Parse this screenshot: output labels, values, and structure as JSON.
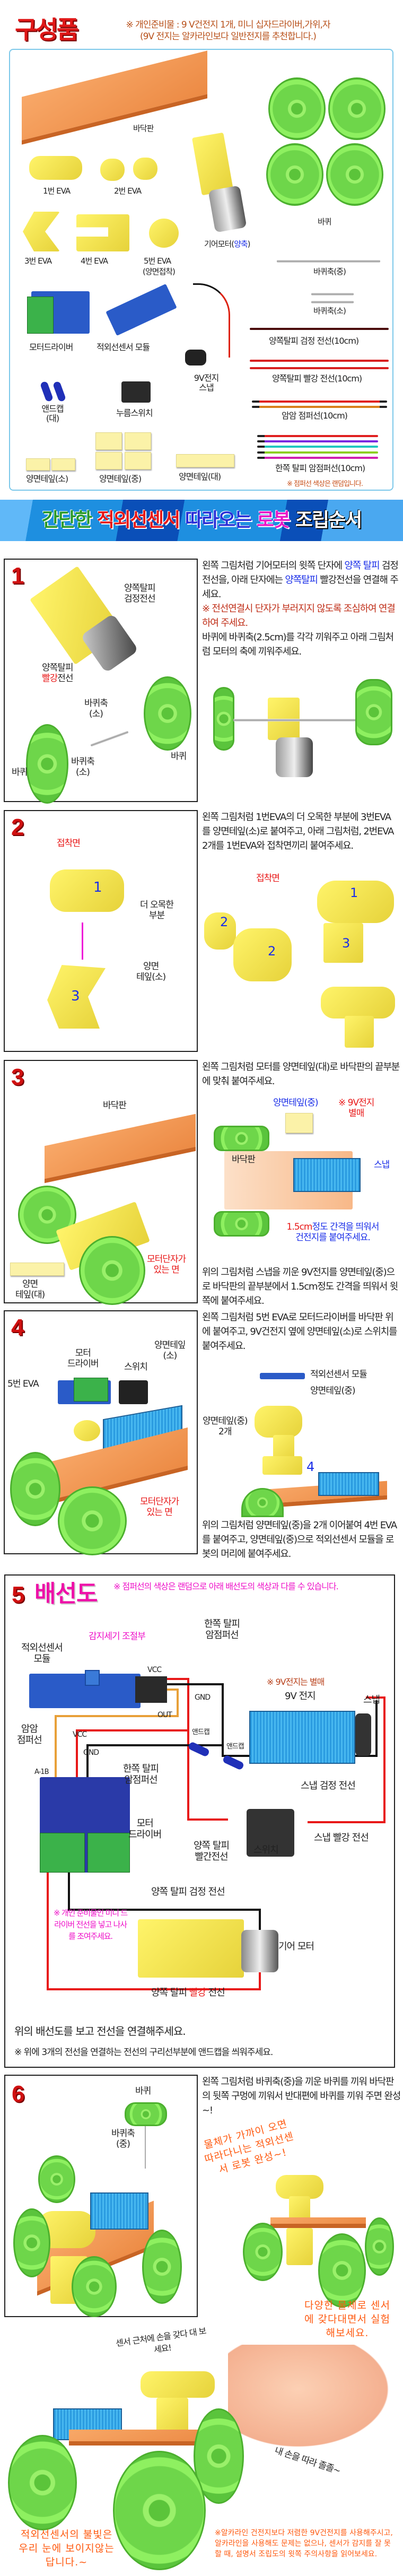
{
  "header": {
    "title": "구성품",
    "note_line1": "※ 개인준비물 : 9 V건전지 1개, 미니 십자드라이버,가위,자",
    "note_line2": "(9V 전지는 알카라인보다 일반전지를 추천합니다.)"
  },
  "parts": {
    "base": "바닥판",
    "wheels": "바퀴",
    "eva1": "1번 EVA",
    "eva2": "2번 EVA",
    "motor": "기어모터(",
    "motor_accent": "양축",
    "motor_end": ")",
    "eva3": "3번 EVA",
    "eva4": "4번 EVA",
    "eva5": "5번 EVA",
    "eva5_sub": "(양면접착)",
    "axle_mid": "바퀴축(중)",
    "axle_small": "바퀴축(소)",
    "driver": "모터드라이버",
    "sensor": "적외선센서 모듈",
    "snap_line1": "9V전지",
    "snap_line2": "스냅",
    "black_wire": "양쪽탈피 검정 전선(10cm)",
    "red_wire": "양쪽탈피 빨강 전선(10cm)",
    "ff_jumper": "암암 점퍼선(10cm)",
    "endcap_line1": "앤드캡",
    "endcap_line2": "(대)",
    "switch": "누름스위치",
    "tape_s": "양면테잎(소)",
    "tape_m": "양면테잎(중)",
    "tape_l": "양면테잎(대)",
    "half_jumper": "한쪽 탈피 암점퍼선(10cm)",
    "jumper_note": "※ 점퍼선 색상은 랜덤입니다."
  },
  "banner": {
    "w1": "간단한",
    "w2": "적외선센서",
    "w3": "따라오는",
    "w4": "로봇",
    "w5": "조립순서"
  },
  "step1": {
    "num": "1",
    "t1": "왼쪽 그림처럼 기어모터의 윗쪽 단자에 ",
    "t2": "양쪽 탈피",
    "t3": " 검정전선을, 아래 단자에는 ",
    "t4": "양쪽탈피",
    "t5": " 빨강전선을 연결해 주세요.",
    "warn": "※ 전선연결시 단자가 부러지지 않도록 조심하여 연결하여 주세요.",
    "t6": "바퀴에 바퀴축(2.5cm)를 각각 끼워주고 아래 그림처럼 모터의 축에 끼워주세요.",
    "lbl_black1": "양쪽탈피",
    "lbl_black2": "검정전선",
    "lbl_red1": "양쪽탈피",
    "lbl_red2a": "빨강",
    "lbl_red2b": "전선",
    "lbl_axle1": "바퀴축",
    "lbl_axle2": "(소)",
    "lbl_wheel": "바퀴"
  },
  "step2": {
    "num": "2",
    "text": "왼쪽 그림처럼 1번EVA의 더 오목한 부분에 3번EVA를 양면테잎(소)로 붙여주고, 아래 그림처럼, 2번EVA 2개를 1번EVA와 접착면끼리 붙여주세요.",
    "lbl_glue": "접착면",
    "lbl_concave1": "더 오목한",
    "lbl_concave2": "부분",
    "lbl_tape1": "양면",
    "lbl_tape2": "테잎(소)",
    "n1": "1",
    "n2": "2",
    "n3": "3"
  },
  "step3": {
    "num": "3",
    "text": "왼쪽 그림처럼 모터를 양면테잎(대)로 바닥판의 끝부분에 맞춰 붙여주세요.",
    "lbl_base": "바닥판",
    "lbl_term1": "모터단자가",
    "lbl_term2": "있는 면",
    "lbl_tape1": "양면",
    "lbl_tape2": "테잎(대)",
    "lbl_tape_m": "양면테잎(중)",
    "lbl_batt1": "※ 9V전지",
    "lbl_batt2": "별매",
    "lbl_snap": "스냅",
    "gap1a": "1.5cm",
    "gap1b": "정도 간격을 띄워서",
    "gap2": "건전지를 붙여주세요.",
    "text2": "위의 그림처럼 스냅을 끼운 9V전지를 양면테잎(중)으로 바닥판의 끝부분에서 1.5cm정도 간격을 띄워서 윗쪽에 붙여주세요."
  },
  "step4": {
    "num": "4",
    "text": "왼쪽 그림처럼 5번 EVA로 모터드라이버를 바닥판 위에 붙여주고, 9V건전지 옆에 양면테잎(소)로 스위치를 붙여주세요.",
    "lbl_driver1": "모터",
    "lbl_driver2": "드라이버",
    "lbl_switch": "스위치",
    "lbl_tape1": "양면테잎",
    "lbl_tape2": "(소)",
    "lbl_eva": "5번 EVA",
    "lbl_term1": "모터단자가",
    "lbl_term2": "있는 면",
    "lbl_sensor": "적외선센서 모듈",
    "lbl_tape_m": "양면테잎(중)",
    "lbl_tape2x1": "양면테잎(중)",
    "lbl_tape2x2": "2개",
    "n4": "4",
    "text2": "위의 그림처럼 양면테잎(중)을 2개 이어붙여 4번 EVA를 붙여주고, 양면테잎(중)으로 적외선센서 모듈을 로봇의 머리에 붙여주세요."
  },
  "step5": {
    "num": "5",
    "title": "배선도",
    "note": "※ 점퍼선의 색상은 랜덤으로 아래 배선도의 색상과 다를 수 있습니다.",
    "lbl_half1": "한쪽 탈피",
    "lbl_half2": "암점퍼선",
    "lbl_adjust": "감지세기 조절부",
    "lbl_sensor1": "적외선센서",
    "lbl_sensor2": "모듈",
    "vcc": "VCC",
    "gnd": "GND",
    "out": "OUT",
    "a1b": "A-1B",
    "lbl_batt_note": "※ 9V전지는 별매",
    "lbl_batt": "9V 전지",
    "lbl_snap": "스냅",
    "lbl_ff1": "암암",
    "lbl_ff2": "점퍼선",
    "lbl_endcap": "앤드캡",
    "lbl_snap_black": "스냅 검정 전선",
    "lbl_driver1": "모터",
    "lbl_driver2": "드라이버",
    "lbl_snap_red": "스냅 빨강 전선",
    "lbl_redwire1": "양쪽 탈피",
    "lbl_redwire2": "빨간전선",
    "lbl_switch": "스위치",
    "lbl_black": "양쪽 탈피 검정 전선",
    "lbl_driver_note": "※ 개인 준비물인 미니 드라이버 전선을 넣고 나사를 조여주세요.",
    "lbl_motor": "기어 모터",
    "lbl_red_a": "양쪽 탈피 ",
    "lbl_red_b": "빨강",
    "lbl_red_c": " 전선",
    "text1": "위의 배선도를 보고 전선을 연결해주세요.",
    "text2": "※ 위에 3개의 전선을 연결하는 전선의 구리선부분에 앤드캡을 씌워주세요."
  },
  "step6": {
    "num": "6",
    "text": "왼쪽 그림처럼 바퀴축(중)을 끼운 바퀴를 끼워 바닥판의 뒷쪽 구멍에 끼워서 반대편에 바퀴를 끼워 주면 완성~!",
    "lbl_wheel": "바퀴",
    "lbl_axle1": "바퀴축",
    "lbl_axle2": "(중)"
  },
  "finale": {
    "done": "물체가 가까이 오면 따라다니는 적외선센서 로봇 완성~!",
    "try": "다양한 물체로 센서에 갖다대면서 실험해보세요.",
    "hand_hint": "센서 근처에 손을 갖다 대 보세요!",
    "follow": "내 손을 따라 졸졸~",
    "invisible": "적외선센서의 불빛은 우리 눈에 보이지않는 답니다.~",
    "battery_note": "※알카라인 건전지보다 저렴한 9V건전지를 사용해주시고, 알카라인을 사용해도 문제는 없으나, 센서가 감지를 잘 못할 때, 설명서 조립도의 윗쪽 주의사항을 읽어보세요."
  },
  "colors": {
    "accent_red": "#d01010",
    "banner_blue": "#1e8fe0",
    "magenta": "#ee10c8",
    "orange": "#ff5a10"
  }
}
